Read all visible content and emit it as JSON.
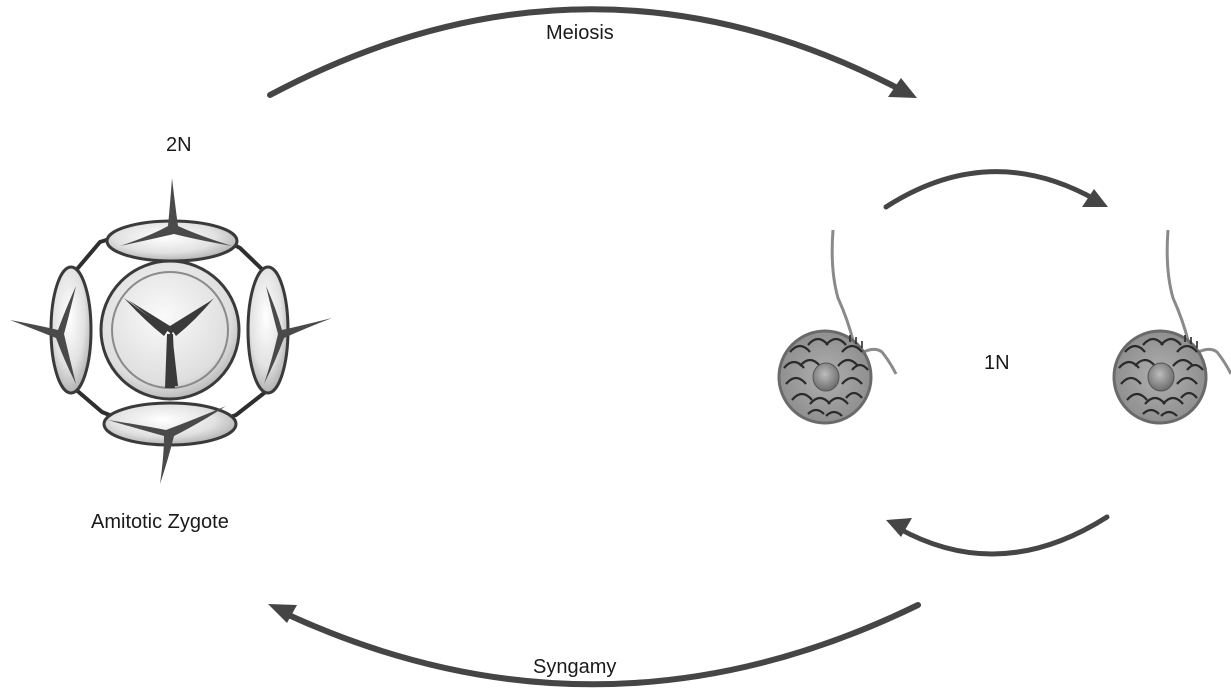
{
  "labels": {
    "meiosis": "Meiosis",
    "diploid": "2N",
    "haploid": "1N",
    "zygote": "Amitotic Zygote",
    "syngamy": "Syngamy"
  },
  "colors": {
    "arrow": "#454545",
    "cell_fill": "#dcdcdc",
    "cell_outline": "#3a3a3a",
    "flagellum": "#8a8a8a",
    "spore_body": "#9a9a9a",
    "spore_core": "#7a7a7a",
    "text": "#1a1a1a"
  },
  "icons": {
    "zygote": "amitotic-zygote-icon",
    "gamete_left": "flagellated-gamete-icon",
    "gamete_right": "flagellated-gamete-icon"
  }
}
